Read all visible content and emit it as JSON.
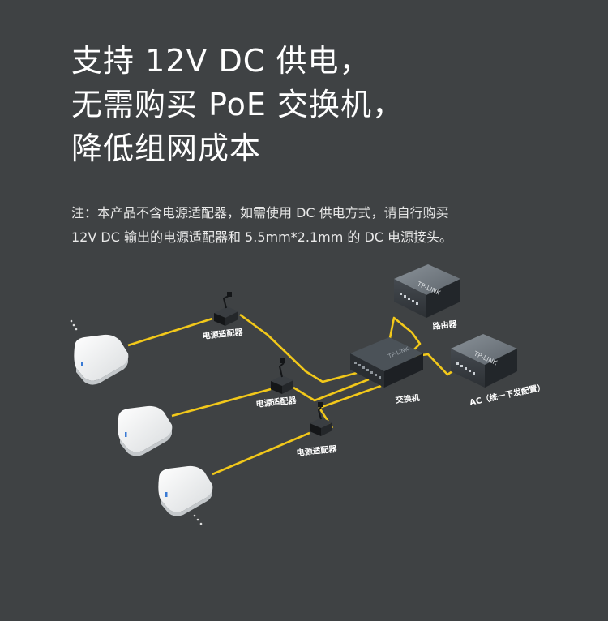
{
  "headline": {
    "line1": "支持 12V DC 供电，",
    "line2": "无需购买 PoE 交换机，",
    "line3": "降低组网成本"
  },
  "note": {
    "line1": "注：本产品不含电源适配器，如需使用 DC 供电方式，请自行购买",
    "line2": "12V DC 输出的电源适配器和 5.5mm*2.1mm 的 DC 电源接头。"
  },
  "diagram": {
    "adapter_label_1": "电源适配器",
    "adapter_label_2": "电源适配器",
    "adapter_label_3": "电源适配器",
    "switch_label": "交换机",
    "router_label": "路由器",
    "ac_label": "AC（统一下发配置）",
    "router_brand": "TP-LINK",
    "ac_brand": "TP-LINK",
    "switch_brand": "TP-LINK",
    "cable_color": "#f2c81a",
    "background_color": "#3f4244"
  }
}
